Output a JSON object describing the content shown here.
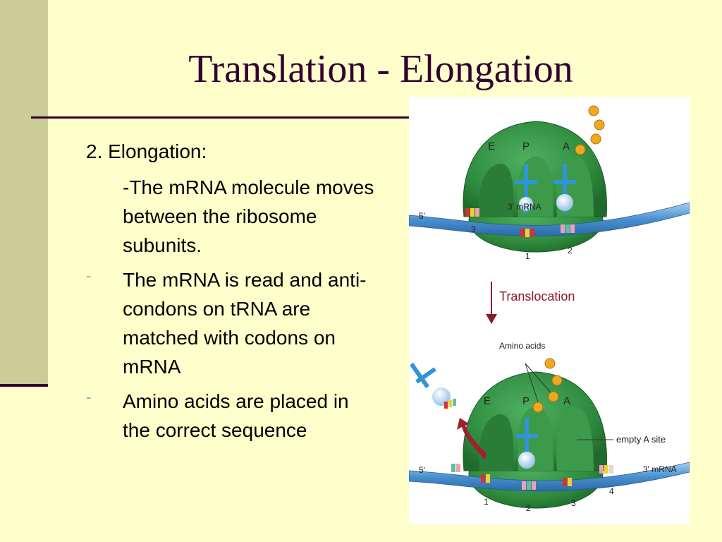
{
  "title": "Translation - Elongation",
  "heading": "2. Elongation:",
  "paragraph": "-The mRNA molecule moves between the ribosome subunits.",
  "bullets": [
    {
      "marker": "-",
      "text": "The mRNA is read and anti-condons on tRNA are matched with codons on mRNA"
    },
    {
      "marker": "-",
      "text": "Amino acids are placed in the correct sequence"
    }
  ],
  "figure": {
    "top": {
      "sites": [
        "E",
        "P",
        "A"
      ],
      "five_prime": "5'",
      "three_prime": "3' mRNA",
      "codon_numbers": [
        "3",
        "1",
        "2"
      ]
    },
    "arrow_label": "Translocation",
    "bottom": {
      "amino_label": "Amino acids",
      "sites": [
        "E",
        "P",
        "A"
      ],
      "empty_site": "empty A site",
      "five_prime": "5'",
      "three_prime": "3' mRNA",
      "codon_numbers": [
        "1",
        "2",
        "3",
        "4"
      ]
    }
  },
  "colors": {
    "background": "#ffffcc",
    "band": "#cccc99",
    "title": "#330033",
    "ribosome": "#2e8b3e",
    "mrna": "#4a90d0",
    "trna": "#2f95d6",
    "amino_acid": "#f0a820",
    "arrow": "#8b1a2a"
  }
}
